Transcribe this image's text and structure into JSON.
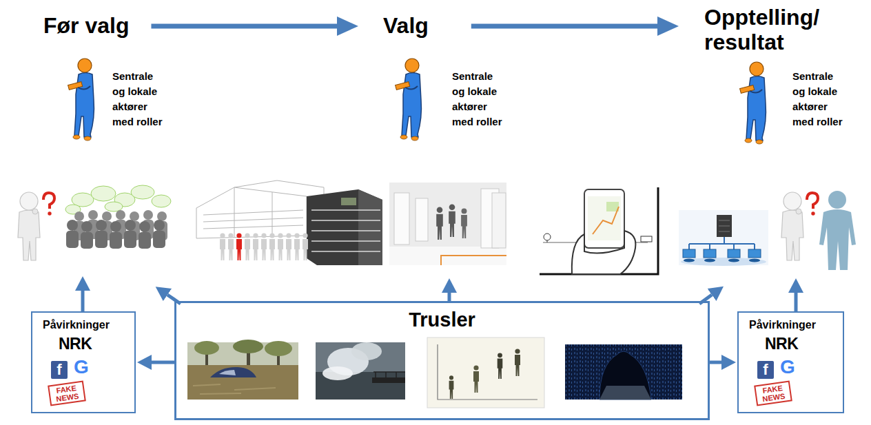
{
  "diagram": {
    "nodes": [
      {
        "text": [
          "Før valg"
        ]
      },
      {
        "text": [
          "Valg"
        ]
      },
      {
        "text": [
          "Opptelling/ resultat"
        ]
      },
      {
        "text": [
          "Påvirkninger",
          "NRK",
          "f",
          "G",
          "FAKE NEWS"
        ]
      },
      {
        "text": [
          "Trusler"
        ]
      },
      {
        "text": [
          "Påvirkninger",
          "NRK",
          "f",
          "G",
          "FAKE NEWS"
        ]
      }
    ],
    "edges": [
      {
        "from": 0,
        "to": 1,
        "arrow": "to"
      },
      {
        "from": 1,
        "to": 2,
        "arrow": "to"
      },
      {
        "from": 4,
        "to": 3,
        "arrow": "to"
      },
      {
        "from": 4,
        "to": 5,
        "arrow": "to"
      }
    ],
    "labels": [
      "Sentrale og lokale aktører med roller",
      "Sentrale og lokale aktører med roller",
      "Sentrale og lokale aktører med roller"
    ]
  }
}
